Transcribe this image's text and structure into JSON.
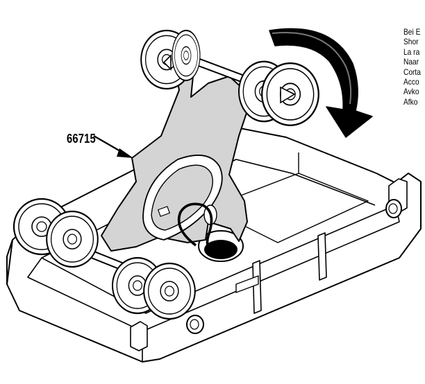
{
  "part_number": "66715",
  "side_text_lines": [
    "Bei E",
    "Shor",
    "La ra",
    "Naar",
    "Corta",
    "Acco",
    "Avko",
    "Afko"
  ],
  "colors": {
    "stroke": "#000000",
    "part_fill": "#d4d4d4",
    "shade": "#bdbdbd",
    "background": "#ffffff"
  },
  "icons": {
    "rotation_arrow": "curved-arrow-clockwise-icon",
    "pointer_arrow": "pointer-arrow-icon"
  }
}
